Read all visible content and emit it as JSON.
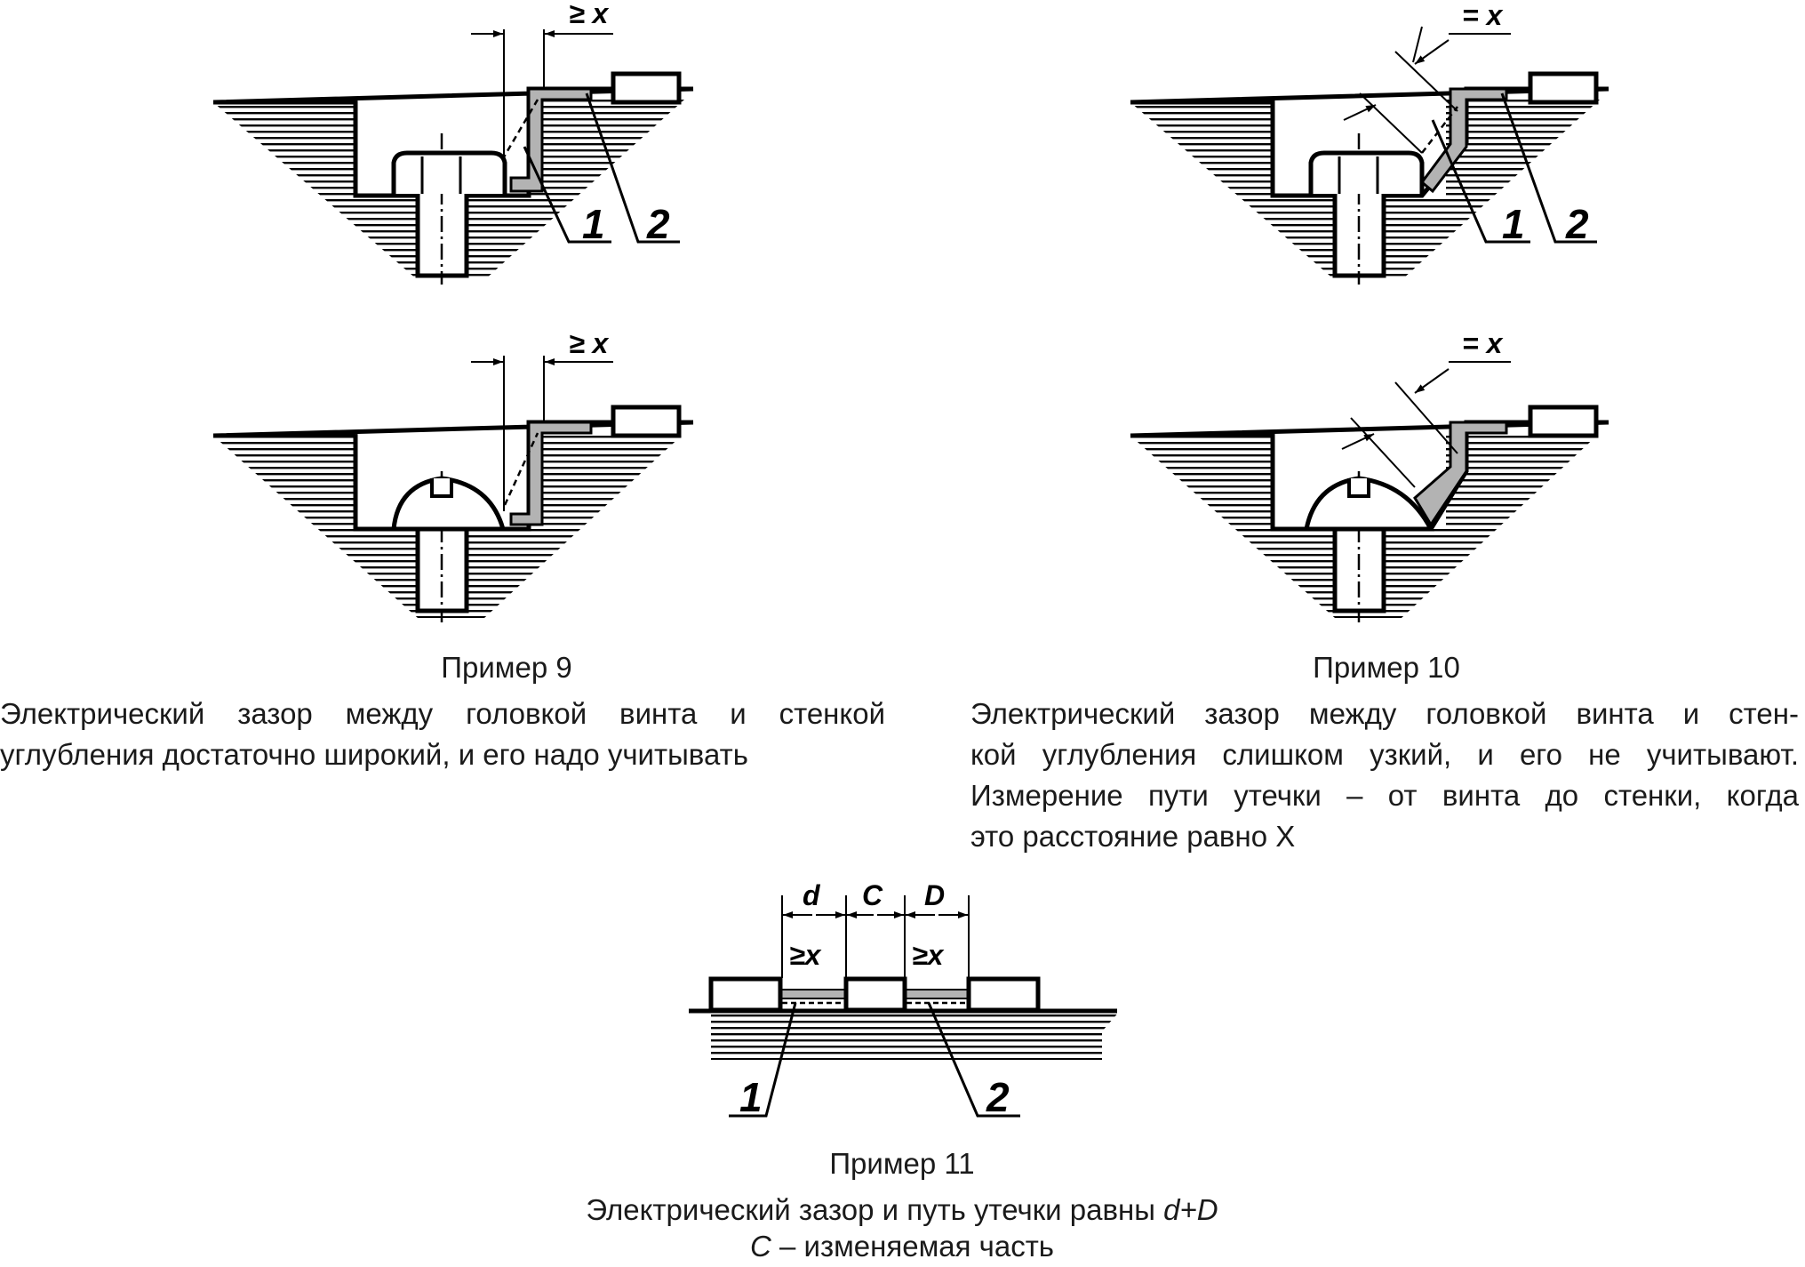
{
  "example9": {
    "title": "Пример 9",
    "desc_line1": "Электрический зазор между головкой винта и стенкой",
    "desc_line2": "углубления достаточно широкий, и его надо учитывать",
    "dim_top": "≥ x",
    "dim_bottom": "≥ x",
    "callout_1": "1",
    "callout_2": "2"
  },
  "example10": {
    "title": "Пример 10",
    "desc_line1": "Электрический зазор между головкой винта и стен-",
    "desc_line2": "кой углубления слишком узкий, и его не учитывают.",
    "desc_line3": "Измерение пути утечки – от винта до стенки, когда",
    "desc_line4": "это расстояние равно X",
    "dim_top": "= x",
    "dim_bottom": "= x",
    "callout_1": "1",
    "callout_2": "2"
  },
  "example11": {
    "title": "Пример 11",
    "desc_line1_text": "Электрический зазор и путь утечки равны ",
    "desc_line1_formula": "d+D",
    "desc_line2_symbol": "C",
    "desc_line2_text": " – изменяемая часть",
    "dim_d": "d",
    "dim_C": "C",
    "dim_D": "D",
    "gap_left": "≥x",
    "gap_right": "≥x",
    "callout_1": "1",
    "callout_2": "2"
  },
  "colors": {
    "line": "#000000",
    "fill_gray": "#b3b3b3",
    "text": "#1a1a1a"
  }
}
